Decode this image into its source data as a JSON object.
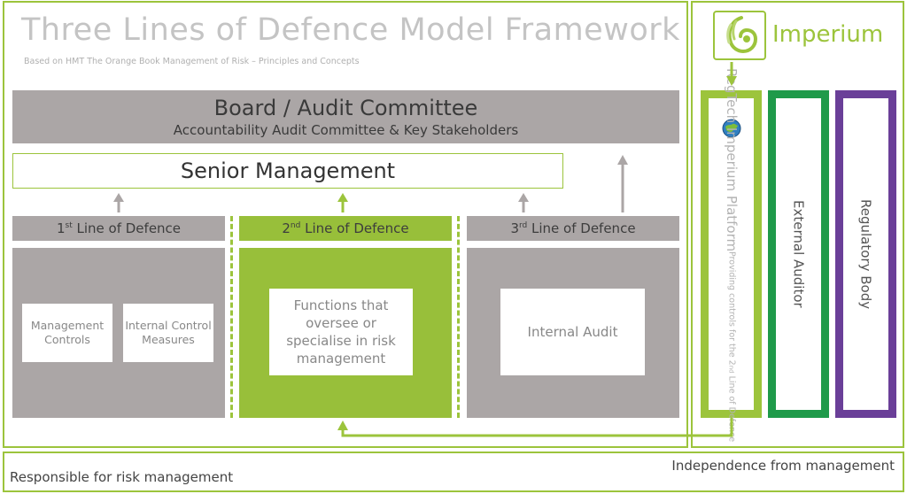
{
  "header": {
    "title": "Three Lines of Defence Model Framework",
    "subtitle": "Based on HMT The Orange Book Management of Risk – Principles and Concepts"
  },
  "board": {
    "title": "Board / Audit Committee",
    "subtitle": "Accountability Audit Committee & Key Stakeholders"
  },
  "senior": {
    "label": "Senior Management"
  },
  "lines": [
    {
      "num": "1",
      "sup": "st",
      "label": " Line of Defence"
    },
    {
      "num": "2",
      "sup": "nd",
      "label": " Line of Defence"
    },
    {
      "num": "3",
      "sup": "rd",
      "label": " Line of Defence"
    }
  ],
  "first_line_boxes": [
    "Management Controls",
    "Internal Control Measures"
  ],
  "second_line_box": "Functions that oversee or specialise in risk management",
  "third_line_box": "Internal Audit",
  "logo": {
    "name": "Imperium"
  },
  "columns": {
    "regtech": {
      "title": "RegTech Imperium Platform",
      "subtitle_pre": "Providing controls for the 2",
      "subtitle_sup": "nd",
      "subtitle_post": " Line of Defence",
      "color": "#9cc43c"
    },
    "external": {
      "title": "External Auditor",
      "color": "#1f9a4a"
    },
    "regulatory": {
      "title": "Regulatory Body",
      "color": "#6a3f98"
    }
  },
  "footer": {
    "left": "Responsible for risk management",
    "right": "Independence from management"
  },
  "colors": {
    "accent": "#9cc43c",
    "grey": "#aba6a6",
    "external": "#1f9a4a",
    "regulatory": "#6a3f98"
  }
}
